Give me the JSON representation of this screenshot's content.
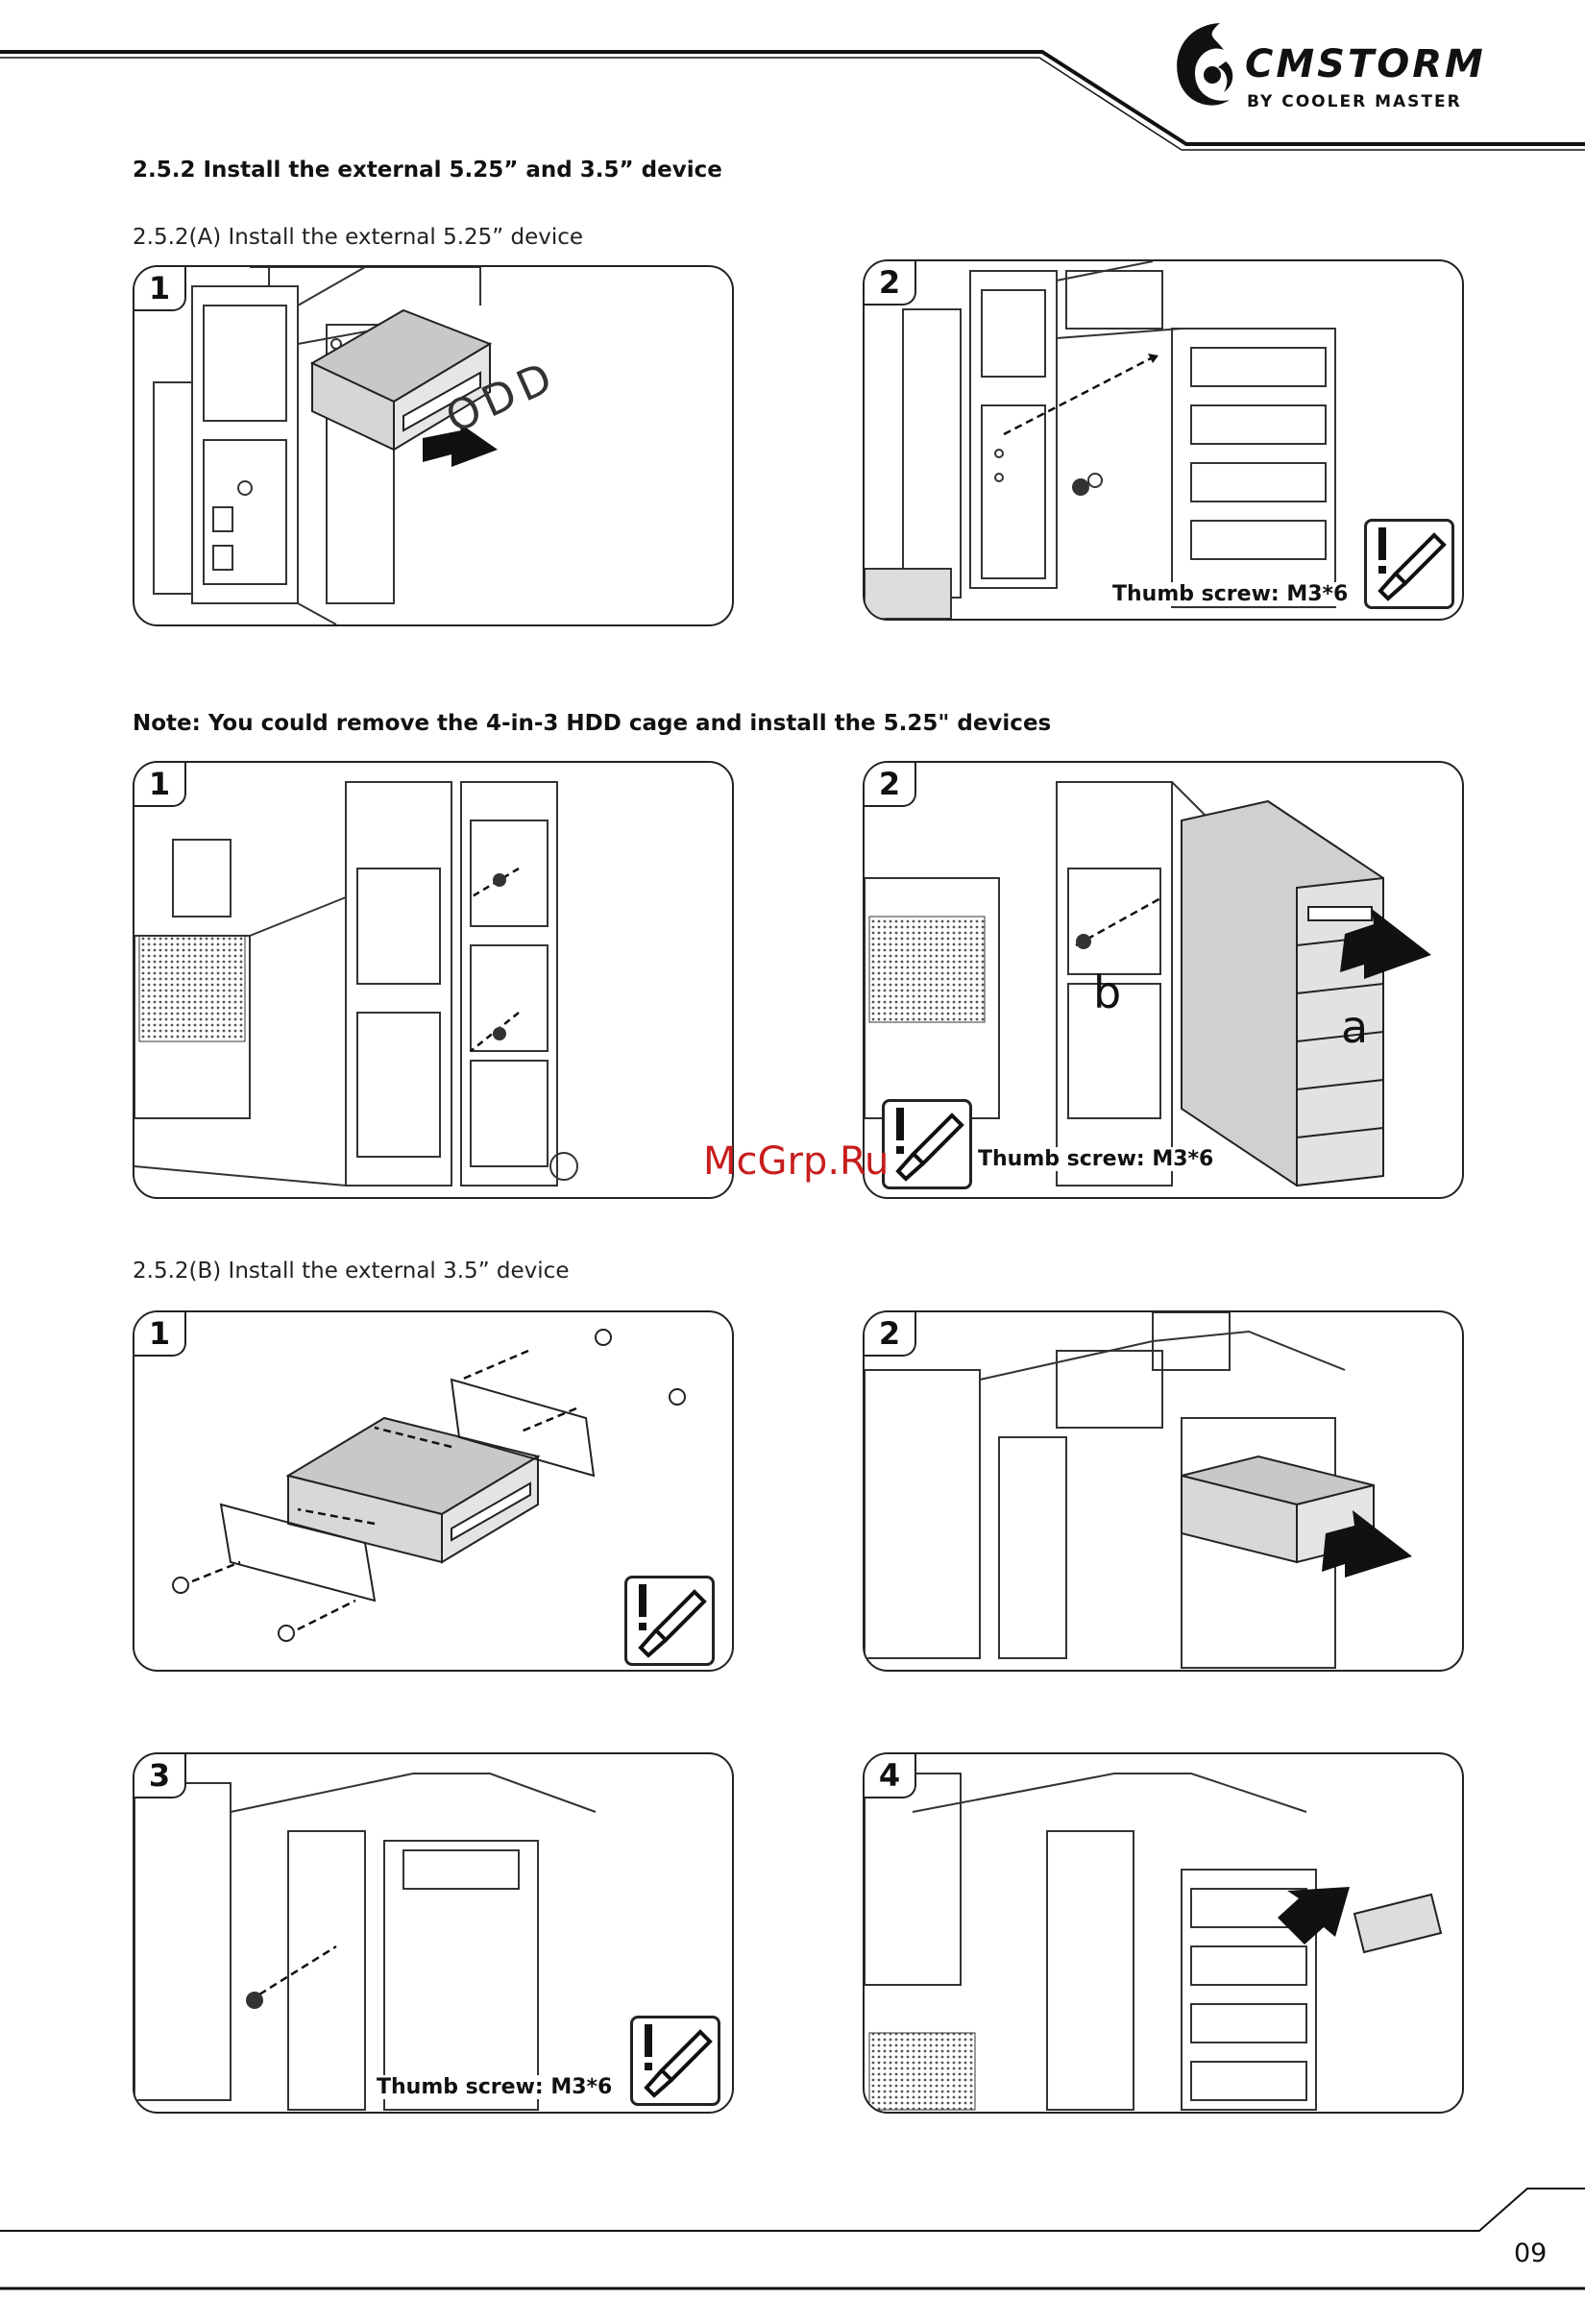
{
  "brand": {
    "name": "CMSTORM",
    "tagline": "BY COOLER MASTER"
  },
  "section": {
    "heading": "2.5.2 Install the external 5.25” and 3.5” device",
    "sub_a": "2.5.2(A) Install the external 5.25” device",
    "note": "Note: You could remove the 4-in-3 HDD cage and install the 5.25\" devices",
    "sub_b": "2.5.2(B) Install the external 3.5” device"
  },
  "panels": {
    "a1": {
      "step": "1",
      "label": "ODD"
    },
    "a2": {
      "step": "2",
      "caption": "Thumb screw: M3*6"
    },
    "n1": {
      "step": "1"
    },
    "n2": {
      "step": "2",
      "caption": "Thumb screw: M3*6",
      "label_a": "a",
      "label_b": "b"
    },
    "b1": {
      "step": "1"
    },
    "b2": {
      "step": "2"
    },
    "b3": {
      "step": "3",
      "caption": "Thumb screw: M3*6"
    },
    "b4": {
      "step": "4"
    }
  },
  "watermark": "McGrp.Ru",
  "page_number": "09",
  "icons": [
    "tool-warning-icon",
    "arrow-icon",
    "screw-icon"
  ],
  "colors": {
    "ink": "#111111",
    "device_fill": "#c8c8c8",
    "watermark": "#c81e1e"
  }
}
